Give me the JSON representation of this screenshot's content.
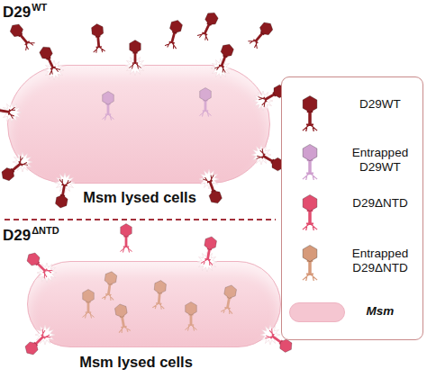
{
  "diagram": {
    "nodes": [
      {
        "text": [
          "Msm lysed cells"
        ]
      },
      {
        "text": [
          "Msm lysed cells"
        ]
      }
    ],
    "labels": [
      "D29",
      "WT",
      "D29",
      "ΔNTD"
    ],
    "legend": [
      {
        "text": "D29WT"
      },
      {
        "text": "Entrapped D29WT"
      },
      {
        "text": "D29ΔNTD"
      },
      {
        "text": "Entrapped D29ΔNTD"
      },
      {
        "text": "Msm",
        "color": "#f5c6d1"
      }
    ]
  }
}
